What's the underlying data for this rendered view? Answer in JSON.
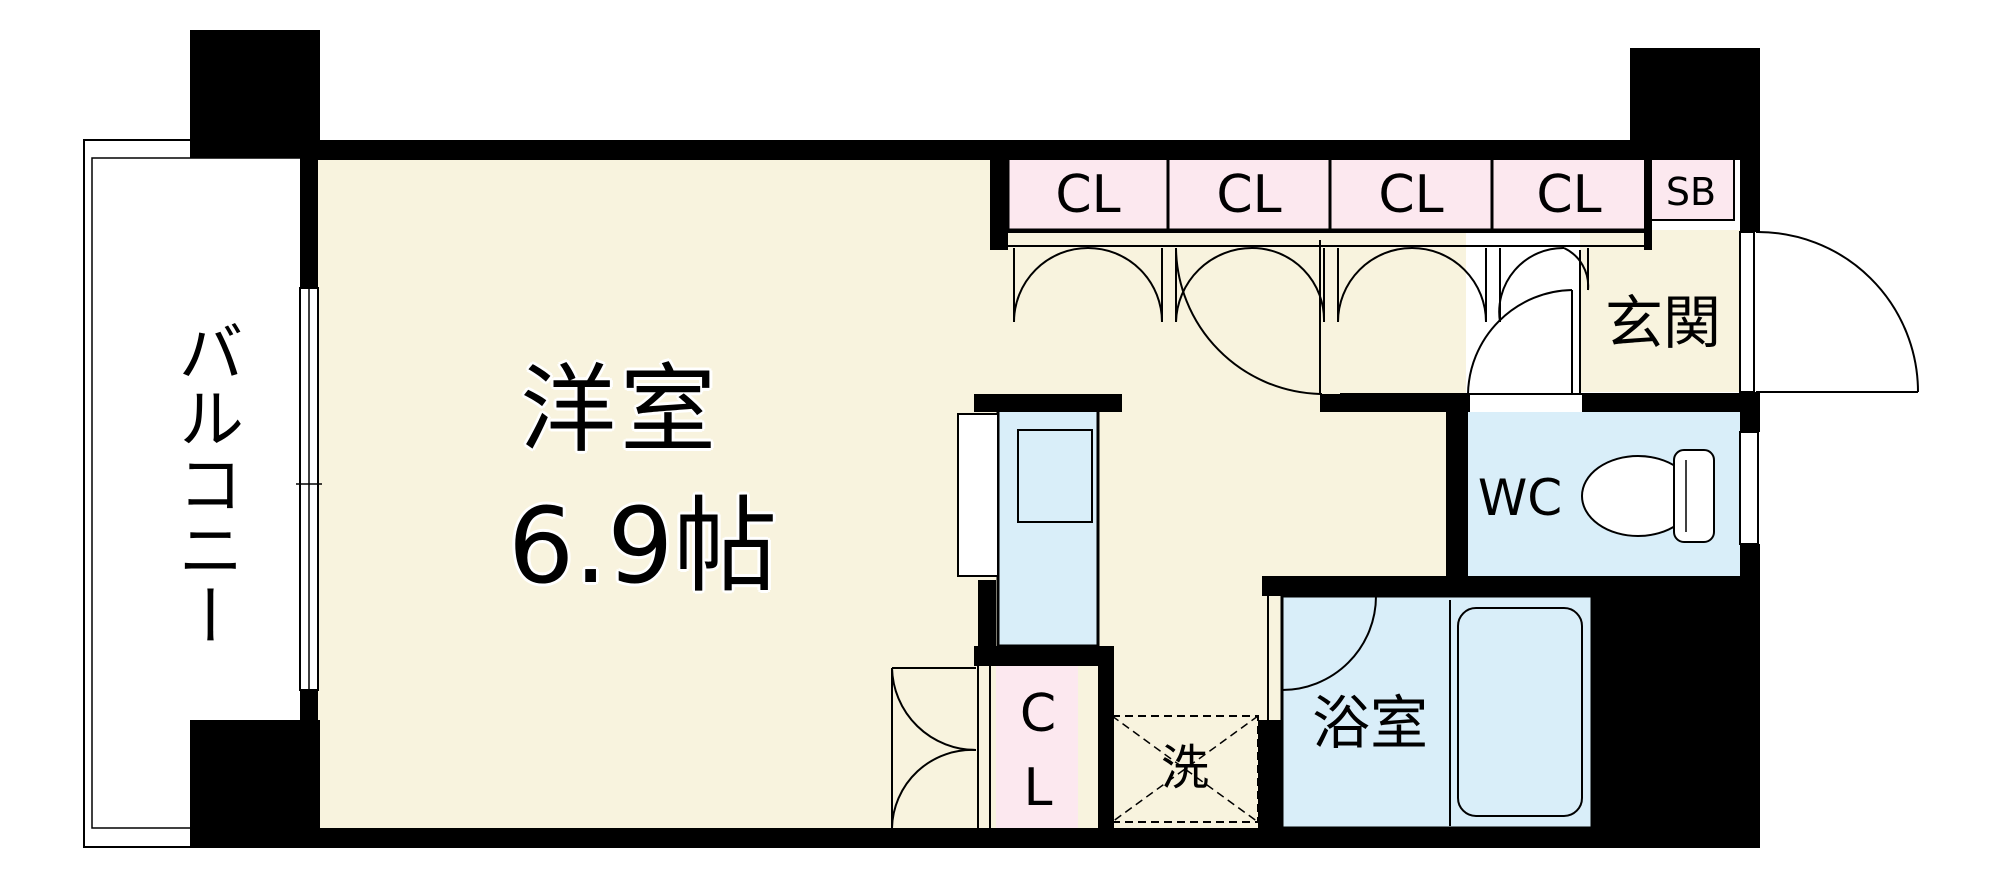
{
  "rooms": {
    "western": {
      "name": "洋室",
      "size": "6.9帖"
    },
    "balcony": "バルコニー",
    "entrance": "玄関",
    "wc": "WC",
    "bath": "浴室",
    "washer": "洗",
    "sb": "SB",
    "closet_label": "CL",
    "small_closet": {
      "c": "C",
      "l": "L"
    }
  },
  "colors": {
    "wall": "#000000",
    "floor": "#f8f3de",
    "wet_area": "#d9eef9",
    "closet": "#fce8ef",
    "outline": "#000000"
  }
}
